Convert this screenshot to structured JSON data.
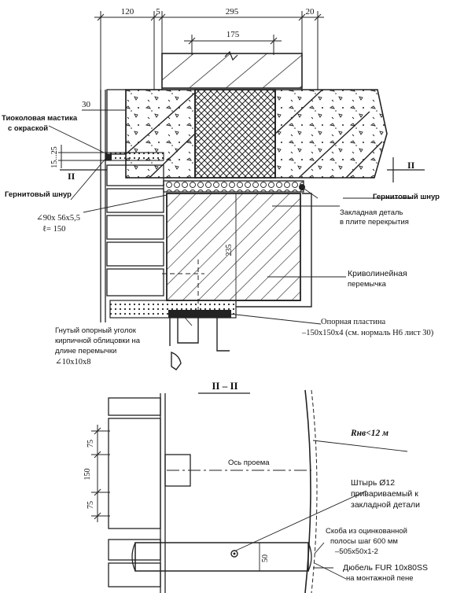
{
  "dimensions": {
    "top_120": "120",
    "top_5": "5",
    "top_295": "295",
    "top_20": "20",
    "inner_175": "175",
    "left_30": "30",
    "vertical_15_25": "15...25",
    "height_235": "235",
    "section_75a": "75",
    "section_150": "150",
    "section_75b": "75",
    "section_50": "50"
  },
  "section_marks": {
    "left": "II",
    "right": "II",
    "title": "II – II"
  },
  "labels": {
    "thiokol_line1": "Тиоколовая мастика",
    "thiokol_line2": "с окраской",
    "gernit_left": "Гернитовый шнур",
    "gernit_right": "Гернитовый шнур",
    "angle_line1": "∠90х 56х5,5",
    "angle_line2": "ℓ= 150",
    "embedded_line1": "Закладная деталь",
    "embedded_line2": "в плите перекрытия",
    "curved_line1": "Криволинейная",
    "curved_line2": "перемычка",
    "bent_line1": "Гнутый опорный уголок",
    "bent_line2": "кирпичной облицовки на",
    "bent_line3": "длине перемычки",
    "bent_line4": "∠10х10х8",
    "plate_line1": "Опорная пластина",
    "plate_line2": "–150х150х4 (см. нормаль Н6 лист 30)",
    "radius": "Rнв<12 м",
    "axis": "Ось проема",
    "pin_line1": "Штырь Ø12",
    "pin_line2": "приваривaемый к",
    "pin_line3": "закладной детали",
    "bracket_line1": "Скоба из оцинкованной",
    "bracket_line2": "полосы шаг 600 мм",
    "bracket_line3": "–505х50х1-2",
    "dowel_line1": "Дюбель FUR 10х80SS",
    "dowel_line2": "на монтажной пене"
  }
}
